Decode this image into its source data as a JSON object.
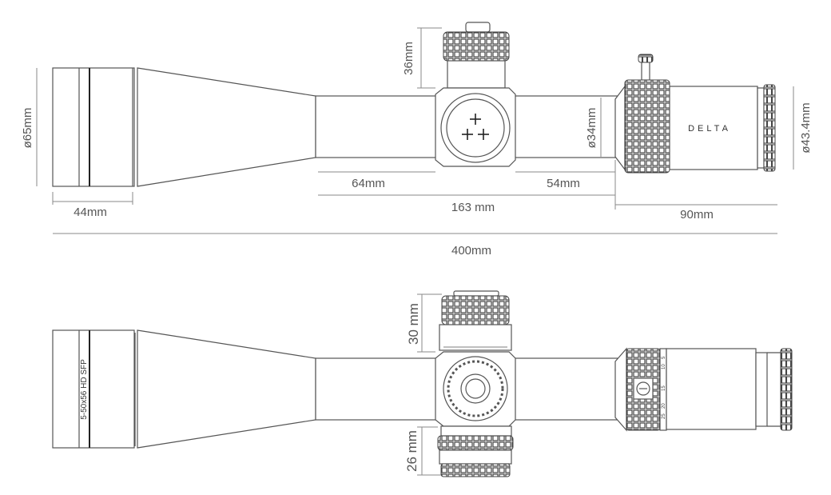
{
  "top_view": {
    "brand_label": "DELTA",
    "dimensions": {
      "elevation_turret_height": "36mm",
      "objective_diameter": "ø65mm",
      "objective_length": "44mm",
      "front_tube_length": "64mm",
      "rear_tube_length": "54mm",
      "mount_length": "163 mm",
      "eyepiece_length": "90mm",
      "total_length": "400mm",
      "tube_diameter": "ø34mm",
      "eyepiece_diameter": "ø43.4mm"
    }
  },
  "side_view": {
    "model_label": "5-50x56 HD SFP",
    "dimensions": {
      "top_turret_height": "30 mm",
      "bottom_turret_height": "26 mm"
    },
    "magnification_marks": [
      "5",
      "10",
      "15",
      "20",
      "25"
    ]
  },
  "colors": {
    "line": "#555555",
    "dimension": "#8a8a8a",
    "background": "#ffffff"
  }
}
